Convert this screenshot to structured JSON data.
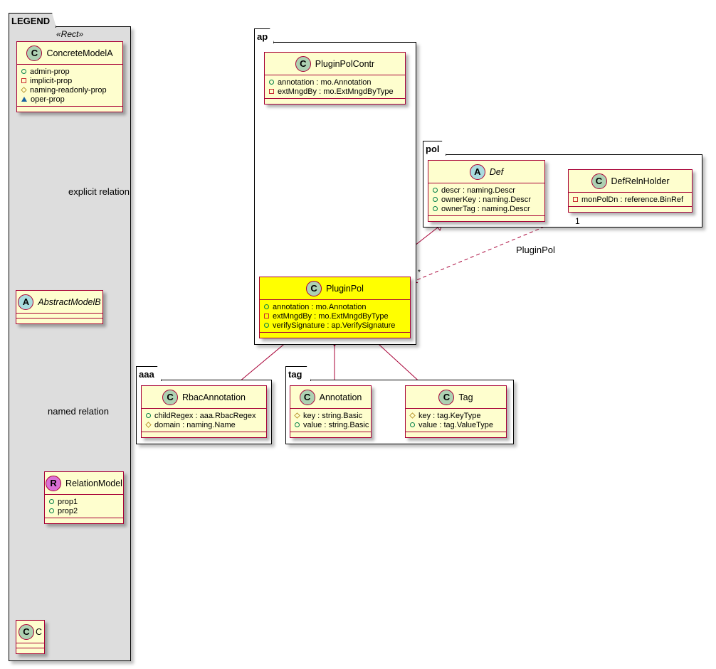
{
  "packages": [
    {
      "id": "legend",
      "name": "LEGEND",
      "stereotype": "«Rect»"
    },
    {
      "id": "ap",
      "name": "ap"
    },
    {
      "id": "pol",
      "name": "pol"
    },
    {
      "id": "aaa",
      "name": "aaa"
    },
    {
      "id": "tag",
      "name": "tag"
    }
  ],
  "classes": [
    {
      "id": "concretemodela",
      "name": "ConcreteModelA",
      "letter": "C",
      "icon_color": "#add1b2",
      "members": [
        {
          "vis": "pub",
          "text": "admin-prop"
        },
        {
          "vis": "priv",
          "text": "implicit-prop"
        },
        {
          "vis": "prot",
          "text": "naming-readonly-prop"
        },
        {
          "vis": "pkgv",
          "text": "oper-prop"
        }
      ]
    },
    {
      "id": "abstractmodelb",
      "name": "AbstractModelB",
      "letter": "A",
      "icon_color": "#a9dcdf",
      "italic": true,
      "members": []
    },
    {
      "id": "relationmodel",
      "name": "RelationModel",
      "letter": "R",
      "icon_color": "#da70d6",
      "members": [
        {
          "vis": "pub",
          "text": "prop1"
        },
        {
          "vis": "pub",
          "text": "prop2"
        }
      ]
    },
    {
      "id": "c",
      "name": "C",
      "letter": "C",
      "icon_color": "#add1b2",
      "members": []
    },
    {
      "id": "pluginpolcontr",
      "name": "PluginPolContr",
      "letter": "C",
      "icon_color": "#add1b2",
      "members": [
        {
          "vis": "pub",
          "text": "annotation : mo.Annotation"
        },
        {
          "vis": "priv",
          "text": "extMngdBy : mo.ExtMngdByType"
        }
      ]
    },
    {
      "id": "pluginpol",
      "name": "PluginPol",
      "letter": "C",
      "icon_color": "#add1b2",
      "highlight": true,
      "members": [
        {
          "vis": "pub",
          "text": "annotation : mo.Annotation"
        },
        {
          "vis": "priv",
          "text": "extMngdBy : mo.ExtMngdByType"
        },
        {
          "vis": "pub",
          "text": "verifySignature : ap.VerifySignature"
        }
      ]
    },
    {
      "id": "def",
      "name": "Def",
      "letter": "A",
      "icon_color": "#a9dcdf",
      "italic": true,
      "members": [
        {
          "vis": "pub",
          "text": "descr : naming.Descr"
        },
        {
          "vis": "pub",
          "text": "ownerKey : naming.Descr"
        },
        {
          "vis": "pub",
          "text": "ownerTag : naming.Descr"
        }
      ]
    },
    {
      "id": "defrelnholder",
      "name": "DefRelnHolder",
      "letter": "C",
      "icon_color": "#add1b2",
      "members": [
        {
          "vis": "priv",
          "text": "monPolDn : reference.BinRef"
        }
      ]
    },
    {
      "id": "rbacannotation",
      "name": "RbacAnnotation",
      "letter": "C",
      "icon_color": "#add1b2",
      "members": [
        {
          "vis": "pub",
          "text": "childRegex : aaa.RbacRegex"
        },
        {
          "vis": "prot",
          "text": "domain : naming.Name"
        }
      ]
    },
    {
      "id": "annotation",
      "name": "Annotation",
      "letter": "C",
      "icon_color": "#add1b2",
      "members": [
        {
          "vis": "prot",
          "text": "key : string.Basic"
        },
        {
          "vis": "pub",
          "text": "value : string.Basic"
        }
      ]
    },
    {
      "id": "tag",
      "name": "Tag",
      "letter": "C",
      "icon_color": "#add1b2",
      "members": [
        {
          "vis": "prot",
          "text": "key : tag.KeyType"
        },
        {
          "vis": "pub",
          "text": "value : tag.ValueType"
        }
      ]
    }
  ],
  "edge_labels": {
    "explicit": "explicit relation",
    "named": "named relation",
    "pluginpol": "PluginPol",
    "mult_one": "1",
    "mult_many": "*"
  },
  "colors": {
    "edge": "#a80036",
    "class_bg": "#fefece",
    "highlight": "#ffff00",
    "legend_bg": "#dddddd"
  }
}
